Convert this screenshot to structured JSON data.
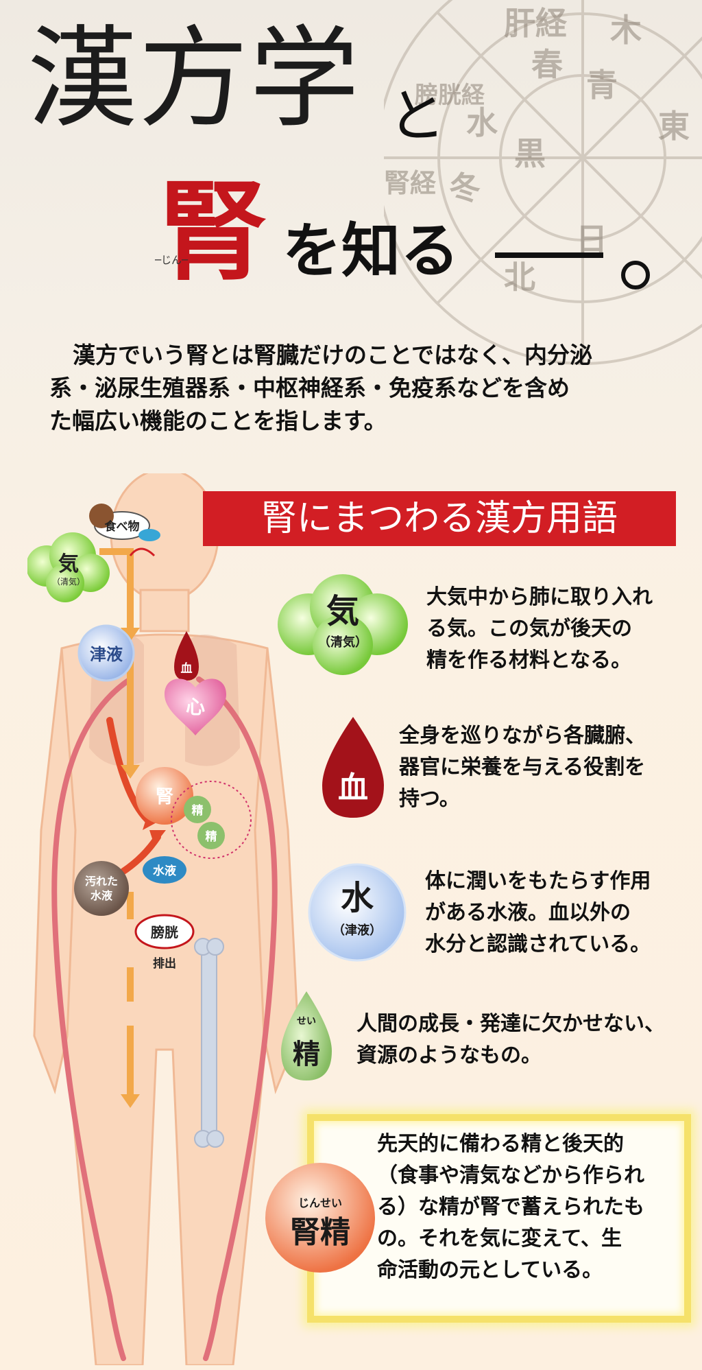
{
  "header": {
    "title_kanpo": "漢方学",
    "title_to": "と",
    "title_jin": "腎",
    "title_jin_ruby": "─じん─",
    "title_shiru": "を知る",
    "wheel_chars": [
      "肝経",
      "木",
      "春",
      "青",
      "東",
      "膀胱経",
      "水",
      "黒",
      "冬",
      "腎経",
      "北",
      "日"
    ]
  },
  "intro": {
    "line1": "漢方でいう腎とは腎臓だけのことではなく、内分泌",
    "line2": "系・泌尿生殖器系・中枢神経系・免疫系などを含め",
    "line3": "た幅広い機能のことを指します。"
  },
  "banner": {
    "label": "腎にまつわる漢方用語"
  },
  "body": {
    "food_label": "食べ物",
    "qi_label": "気",
    "qi_sub": "（清気）",
    "shineki_label": "津液",
    "blood_label": "血",
    "heart_label": "心",
    "kidney_label": "腎",
    "sei_label_1": "精",
    "sei_label_2": "精",
    "suieki_label": "水液",
    "dirty_label_1": "汚れた",
    "dirty_label_2": "水液",
    "bladder_label": "膀胱",
    "excrete_label": "排出"
  },
  "terms": {
    "qi": {
      "name": "気",
      "sub": "（清気）",
      "desc": [
        "大気中から肺に取り入れ",
        "る気。この気が後天の",
        "精を作る材料となる。"
      ],
      "color": "#8fd44a"
    },
    "blood": {
      "name": "血",
      "desc": [
        "全身を巡りながら各臓腑、",
        "器官に栄養を与える役割を",
        "持つ。"
      ],
      "color": "#a3121a"
    },
    "water": {
      "name": "水",
      "sub": "（津液）",
      "desc": [
        "体に潤いをもたらす作用",
        "がある水液。血以外の",
        "水分と認識されている。"
      ],
      "color": "#c9ddf2"
    },
    "sei": {
      "name": "精",
      "ruby": "せい",
      "desc": [
        "人間の成長・発達に欠かせない、",
        "資源のようなもの。"
      ],
      "color": "#8cc06c"
    },
    "jinsei": {
      "name": "腎精",
      "ruby": "じんせい",
      "desc": [
        "先天的に備わる精と後天的",
        "（食事や清気などから作られ",
        "る）な精が腎で蓄えられたも",
        "の。それを気に変えて、生",
        "命活動の元としている。"
      ],
      "color": "#f08a5a"
    }
  },
  "colors": {
    "accent_red": "#d21e24",
    "gold": "#f5e16a",
    "skin": "#f9d5b8",
    "vessel": "#e0707a"
  }
}
